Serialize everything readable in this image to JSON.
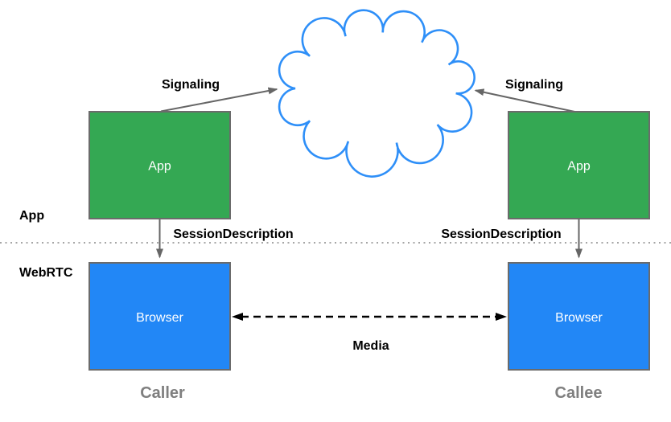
{
  "diagram": {
    "title_hint": "WebRTC signaling architecture",
    "layers": {
      "app_label": "App",
      "webrtc_label": "WebRTC"
    },
    "nodes": {
      "caller_app": "App",
      "callee_app": "App",
      "caller_browser": "Browser",
      "callee_browser": "Browser"
    },
    "edges": {
      "signaling_left": "Signaling",
      "signaling_right": "Signaling",
      "session_left": "SessionDescription",
      "session_right": "SessionDescription",
      "media": "Media"
    },
    "footers": {
      "caller": "Caller",
      "callee": "Callee"
    },
    "colors": {
      "app_box": "#34A853",
      "browser_box": "#2287F6",
      "cloud_stroke": "#2E8FF8",
      "box_border": "#6B6B6B",
      "arrow": "#666666",
      "media_arrow": "#000000",
      "divider_dots": "#999999",
      "footer_text": "#7F7F7F",
      "box_text": "#FFFFFF",
      "label_text": "#000000"
    }
  }
}
